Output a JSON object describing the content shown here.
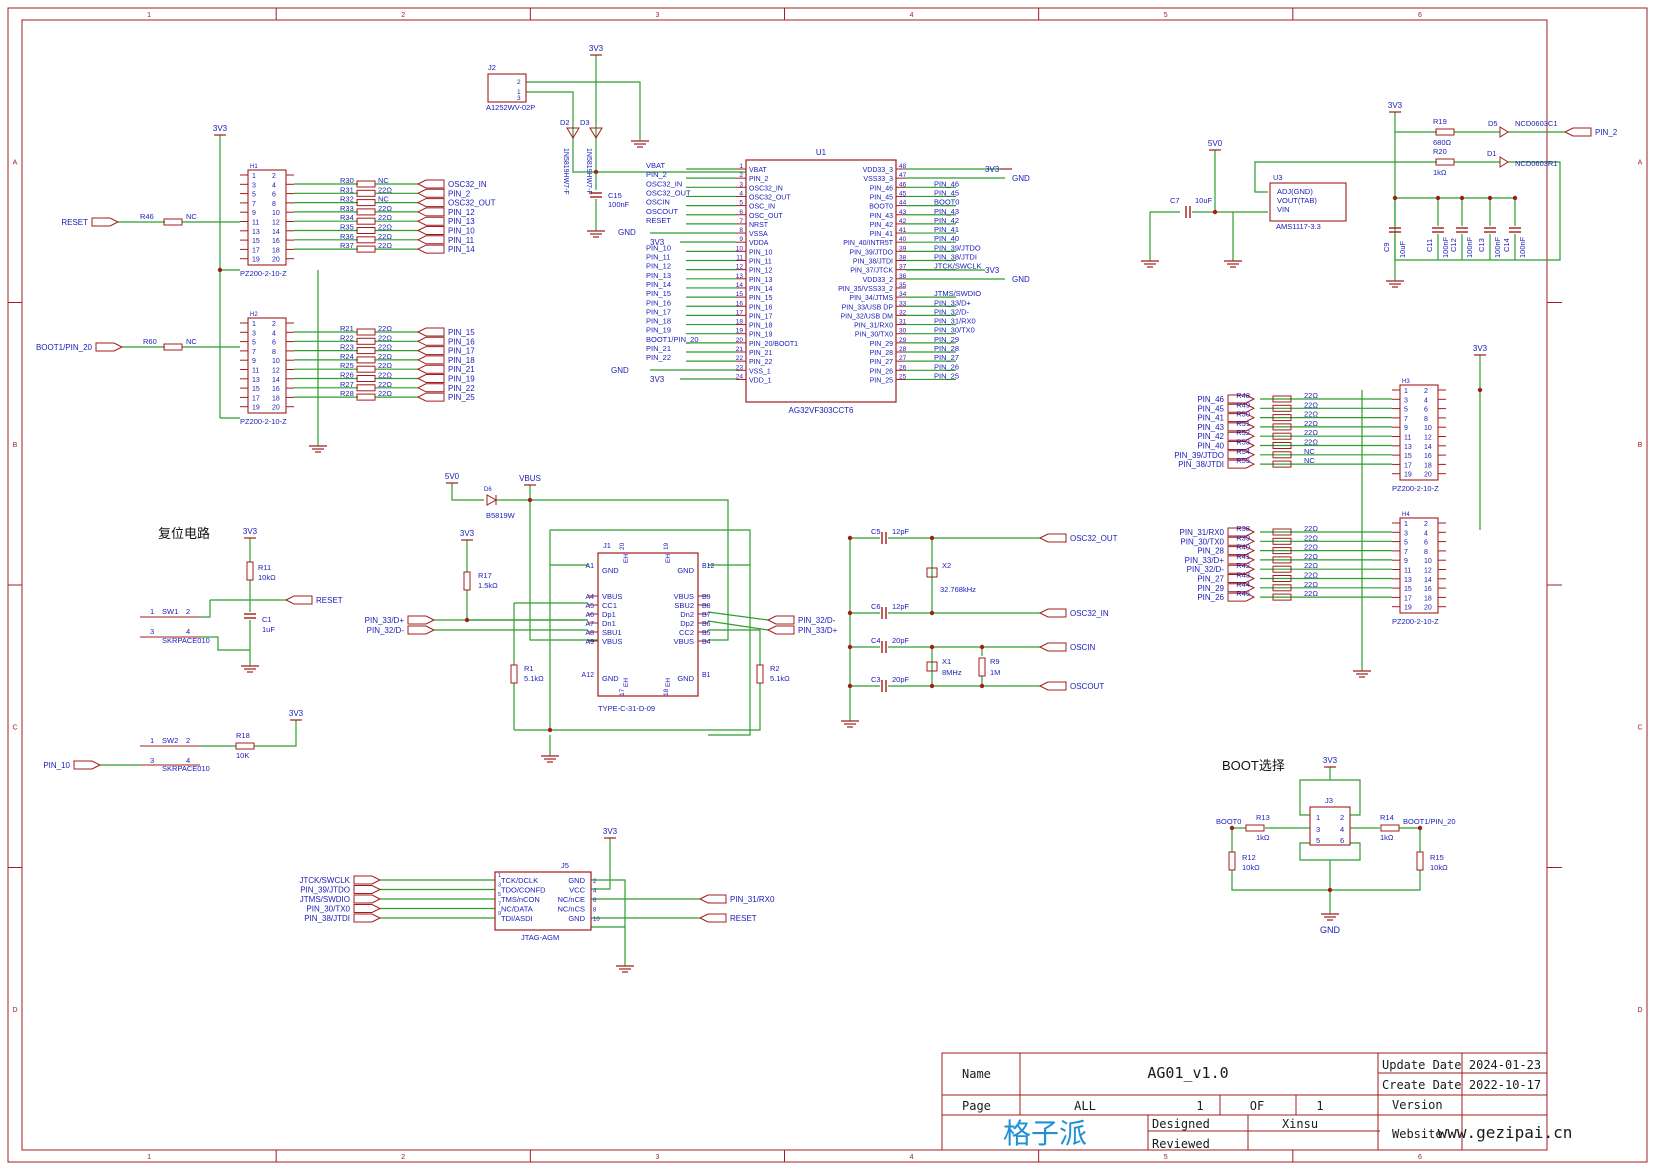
{
  "frame": {
    "col_labels": [
      "1",
      "2",
      "3",
      "4",
      "5",
      "6"
    ],
    "row_labels": [
      "A",
      "B",
      "C",
      "D"
    ]
  },
  "colors": {
    "wire": "#2e9d2e",
    "body": "#a11c1c",
    "text": "#1a1ab8",
    "frame": "#a11c1c",
    "title_text": "#1a1a1a",
    "brand": "#1f8fd6"
  },
  "title_block": {
    "name_label": "Name",
    "name_value": "AG01_v1.0",
    "page_label": "Page",
    "page_value": "ALL",
    "page_num": "1",
    "of_label": "OF",
    "page_total": "1",
    "designed_label": "Designed",
    "designed_value": "Xinsu",
    "reviewed_label": "Reviewed",
    "update_label": "Update Date",
    "update_value": "2024-01-23",
    "create_label": "Create Date",
    "create_value": "2022-10-17",
    "version_label": "Version",
    "website_label": "Website",
    "website_value": "www.gezipai.cn",
    "brand": "格子派"
  },
  "sections": {
    "reset": "复位电路",
    "boot": "BOOT选择"
  },
  "mcu": {
    "ref": "U1",
    "part": "AG32VF303CCT6",
    "left_pins": [
      {
        "n": "1",
        "name": "VBAT",
        "net": "VBAT"
      },
      {
        "n": "2",
        "name": "PIN_2",
        "net": "PIN_2"
      },
      {
        "n": "3",
        "name": "OSC32_IN",
        "net": "OSC32_IN"
      },
      {
        "n": "4",
        "name": "OSC32_OUT",
        "net": "OSC32_OUT"
      },
      {
        "n": "5",
        "name": "OSC_IN",
        "net": "OSCIN"
      },
      {
        "n": "6",
        "name": "OSC_OUT",
        "net": "OSCOUT"
      },
      {
        "n": "7",
        "name": "NRST",
        "net": "RESET"
      },
      {
        "n": "8",
        "name": "VSSA",
        "net": ""
      },
      {
        "n": "9",
        "name": "VDDA",
        "net": ""
      },
      {
        "n": "10",
        "name": "PIN_10",
        "net": "PIN_10"
      },
      {
        "n": "11",
        "name": "PIN_11",
        "net": "PIN_11"
      },
      {
        "n": "12",
        "name": "PIN_12",
        "net": "PIN_12"
      },
      {
        "n": "13",
        "name": "PIN_13",
        "net": "PIN_13"
      },
      {
        "n": "14",
        "name": "PIN_14",
        "net": "PIN_14"
      },
      {
        "n": "15",
        "name": "PIN_15",
        "net": "PIN_15"
      },
      {
        "n": "16",
        "name": "PIN_16",
        "net": "PIN_16"
      },
      {
        "n": "17",
        "name": "PIN_17",
        "net": "PIN_17"
      },
      {
        "n": "18",
        "name": "PIN_18",
        "net": "PIN_18"
      },
      {
        "n": "19",
        "name": "PIN_19",
        "net": "PIN_19"
      },
      {
        "n": "20",
        "name": "PIN_20/BOOT1",
        "net": "BOOT1/PIN_20"
      },
      {
        "n": "21",
        "name": "PIN_21",
        "net": "PIN_21"
      },
      {
        "n": "22",
        "name": "PIN_22",
        "net": "PIN_22"
      },
      {
        "n": "23",
        "name": "VSS_1",
        "net": ""
      },
      {
        "n": "24",
        "name": "VDD_1",
        "net": ""
      }
    ],
    "right_pins": [
      {
        "n": "48",
        "name": "VDD33_3",
        "net": ""
      },
      {
        "n": "47",
        "name": "VSS33_3",
        "net": ""
      },
      {
        "n": "46",
        "name": "PIN_46",
        "net": "PIN_46"
      },
      {
        "n": "45",
        "name": "PIN_45",
        "net": "PIN_45"
      },
      {
        "n": "44",
        "name": "BOOT0",
        "net": "BOOT0"
      },
      {
        "n": "43",
        "name": "PIN_43",
        "net": "PIN_43"
      },
      {
        "n": "42",
        "name": "PIN_42",
        "net": "PIN_42"
      },
      {
        "n": "41",
        "name": "PIN_41",
        "net": "PIN_41"
      },
      {
        "n": "40",
        "name": "PIN_40/INTR5T",
        "net": "PIN_40"
      },
      {
        "n": "39",
        "name": "PIN_39/JTDO",
        "net": "PIN_39/JTDO"
      },
      {
        "n": "38",
        "name": "PIN_38/JTDI",
        "net": "PIN_38/JTDI"
      },
      {
        "n": "37",
        "name": "PIN_37/JTCK",
        "net": "JTCK/SWCLK"
      },
      {
        "n": "36",
        "name": "VDD33_2",
        "net": ""
      },
      {
        "n": "35",
        "name": "PIN_35/VSS33_2",
        "net": ""
      },
      {
        "n": "34",
        "name": "PIN_34/JTMS",
        "net": "JTMS/SWDIO"
      },
      {
        "n": "33",
        "name": "PIN_33/USB DP",
        "net": "PIN_33/D+"
      },
      {
        "n": "32",
        "name": "PIN_32/USB DM",
        "net": "PIN_32/D-"
      },
      {
        "n": "31",
        "name": "PIN_31/RX0",
        "net": "PIN_31/RX0"
      },
      {
        "n": "30",
        "name": "PIN_30/TX0",
        "net": "PIN_30/TX0"
      },
      {
        "n": "29",
        "name": "PIN_29",
        "net": "PIN_29"
      },
      {
        "n": "28",
        "name": "PIN_28",
        "net": "PIN_28"
      },
      {
        "n": "27",
        "name": "PIN_27",
        "net": "PIN_27"
      },
      {
        "n": "26",
        "name": "PIN_26",
        "net": "PIN_26"
      },
      {
        "n": "25",
        "name": "PIN_25",
        "net": "PIN_25"
      }
    ],
    "power": {
      "v3v3": "3V3",
      "gnd": "GND"
    }
  },
  "headers": {
    "part": "PZ200-2-10-Z",
    "h1": {
      "ref": "H1",
      "resistors": [
        "R30",
        "R31",
        "R32",
        "R33",
        "R34",
        "R35",
        "R36",
        "R37"
      ],
      "values": [
        "NC",
        "22Ω",
        "NC",
        "22Ω",
        "22Ω",
        "22Ω",
        "22Ω",
        "22Ω"
      ],
      "nets": [
        "OSC32_IN",
        "PIN_2",
        "OSC32_OUT",
        "PIN_12",
        "PIN_13",
        "PIN_10",
        "PIN_11",
        "PIN_14"
      ],
      "res_left": {
        "ref": "R46",
        "value": "NC",
        "net": "RESET"
      }
    },
    "h2": {
      "ref": "H2",
      "resistors": [
        "R21",
        "R22",
        "R23",
        "R24",
        "R25",
        "R26",
        "R27",
        "R28"
      ],
      "values": [
        "22Ω",
        "22Ω",
        "22Ω",
        "22Ω",
        "22Ω",
        "22Ω",
        "22Ω",
        "22Ω"
      ],
      "nets": [
        "PIN_15",
        "PIN_16",
        "PIN_17",
        "PIN_18",
        "PIN_21",
        "PIN_19",
        "PIN_22",
        "PIN_25"
      ],
      "res_left": {
        "ref": "R60",
        "value": "NC",
        "net": "BOOT1/PIN_20"
      }
    },
    "h3": {
      "ref": "H3",
      "resistors": [
        "R48",
        "R49",
        "R50",
        "R51",
        "R52",
        "R53",
        "R54",
        "R55"
      ],
      "values": [
        "22Ω",
        "22Ω",
        "22Ω",
        "22Ω",
        "22Ω",
        "22Ω",
        "NC",
        "NC"
      ],
      "nets": [
        "PIN_46",
        "PIN_45",
        "PIN_41",
        "PIN_43",
        "PIN_42",
        "PIN_40",
        "PIN_39/JTDO",
        "PIN_38/JTDI"
      ]
    },
    "h4": {
      "ref": "H4",
      "resistors": [
        "R38",
        "R39",
        "R40",
        "R41",
        "R42",
        "R43",
        "R44",
        "R45"
      ],
      "values": [
        "22Ω",
        "22Ω",
        "22Ω",
        "22Ω",
        "22Ω",
        "22Ω",
        "22Ω",
        "22Ω"
      ],
      "nets": [
        "PIN_31/RX0",
        "PIN_30/TX0",
        "PIN_28",
        "PIN_33/D+",
        "PIN_32/D-",
        "PIN_27",
        "PIN_29",
        "PIN_26"
      ]
    }
  },
  "power_in": {
    "j2": {
      "ref": "J2",
      "part": "A1252WV-02P"
    },
    "d2": {
      "ref": "D2",
      "part": "1N5819HW7-F"
    },
    "d3": {
      "ref": "D3",
      "part": "1N5819HW7-F"
    },
    "c15": {
      "ref": "C15",
      "value": "100nF"
    },
    "net": "3V3"
  },
  "regulator": {
    "ref": "U3",
    "part": "AMS1117-3.3",
    "pins": [
      "ADJ(GND)",
      "VOUT(TAB)",
      "VIN"
    ],
    "c7": {
      "ref": "C7",
      "value": "10uF"
    },
    "vin": "5V0"
  },
  "leds": {
    "r19": {
      "ref": "R19",
      "value": "680Ω"
    },
    "r20": {
      "ref": "R20",
      "value": "1kΩ"
    },
    "d5": {
      "ref": "D5",
      "part": "NCD0603C1",
      "net": "PIN_2"
    },
    "d1": {
      "ref": "D1",
      "part": "NCD0603R1"
    },
    "caps": [
      {
        "ref": "C9",
        "value": "10uF"
      },
      {
        "ref": "C11",
        "value": "100nF"
      },
      {
        "ref": "C12",
        "value": "100nF"
      },
      {
        "ref": "C13",
        "value": "100nF"
      },
      {
        "ref": "C14",
        "value": "100nF"
      }
    ]
  },
  "usb": {
    "ref": "J1",
    "part": "TYPE-C-31-D-09",
    "r17": {
      "ref": "R17",
      "value": "1.5kΩ"
    },
    "r1": {
      "ref": "R1",
      "value": "5.1kΩ"
    },
    "r2": {
      "ref": "R2",
      "value": "5.1kΩ"
    },
    "d6": {
      "ref": "D6",
      "part": "B5819W"
    },
    "vbus": "VBUS",
    "v5": "5V0",
    "left_pins": [
      "VBUS",
      "CC1",
      "Dp1",
      "Dn1",
      "SBU1",
      "VBUS"
    ],
    "left_nums": [
      "A4",
      "A5",
      "A6",
      "A7",
      "A8",
      "A9"
    ],
    "right_pins": [
      "VBUS",
      "SBU2",
      "Dn2",
      "Dp2",
      "CC2",
      "VBUS"
    ],
    "right_nums": [
      "B9",
      "B8",
      "B7",
      "B6",
      "B5",
      "B4"
    ],
    "nets_left": [
      "PIN_33/D+",
      "PIN_32/D-"
    ],
    "nets_right": [
      "PIN_32/D-",
      "PIN_33/D+"
    ],
    "top": [
      "EH",
      "EH"
    ],
    "top_nums": [
      "20",
      "19"
    ],
    "bottom_nums": [
      "17",
      "18"
    ],
    "a1": "A1",
    "b12": "B12",
    "a12": "A12",
    "b1": "B1",
    "gnd": "GND"
  },
  "crystals": {
    "c5": {
      "ref": "C5",
      "value": "12pF",
      "net": "OSC32_OUT"
    },
    "c6": {
      "ref": "C6",
      "value": "12pF",
      "net": "OSC32_IN"
    },
    "x2": {
      "ref": "X2",
      "value": "32.768kHz"
    },
    "c4": {
      "ref": "C4",
      "value": "20pF",
      "net": "OSCIN"
    },
    "c3": {
      "ref": "C3",
      "value": "20pF",
      "net": "OSCOUT"
    },
    "x1": {
      "ref": "X1",
      "value": "8MHz"
    },
    "r9": {
      "ref": "R9",
      "value": "1M"
    }
  },
  "reset": {
    "sw1": {
      "ref": "SW1",
      "part": "SKRPACE010"
    },
    "r11": {
      "ref": "R11",
      "value": "10kΩ"
    },
    "c1": {
      "ref": "C1",
      "value": "1uF"
    },
    "net": "RESET",
    "sw2": {
      "ref": "SW2",
      "part": "SKRPACE010"
    },
    "r18": {
      "ref": "R18",
      "value": "10K"
    },
    "net2": "PIN_10"
  },
  "jtag": {
    "ref": "J5",
    "part": "JTAG-AGM",
    "left": [
      "TCK/DCLK",
      "TDO/CONFD",
      "TMS/nCON",
      "NC/DATA",
      "TDI/ASDI"
    ],
    "right": [
      "GND",
      "VCC",
      "NC/nCE",
      "NC/nCS",
      "GND"
    ],
    "nets_left": [
      "JTCK/SWCLK",
      "PIN_39/JTDO",
      "JTMS/SWDIO",
      "PIN_30/TX0",
      "PIN_38/JTDI"
    ],
    "nets_right": [
      "PIN_31/RX0",
      "RESET"
    ]
  },
  "boot": {
    "ref": "J3",
    "r13": {
      "ref": "R13",
      "value": "1kΩ"
    },
    "r14": {
      "ref": "R14",
      "value": "1kΩ"
    },
    "r12": {
      "ref": "R12",
      "value": "10kΩ"
    },
    "r15": {
      "ref": "R15",
      "value": "10kΩ"
    },
    "net_l": "BOOT0",
    "net_r": "BOOT1/PIN_20",
    "pins": [
      "1",
      "2",
      "3",
      "4",
      "5",
      "6"
    ]
  }
}
